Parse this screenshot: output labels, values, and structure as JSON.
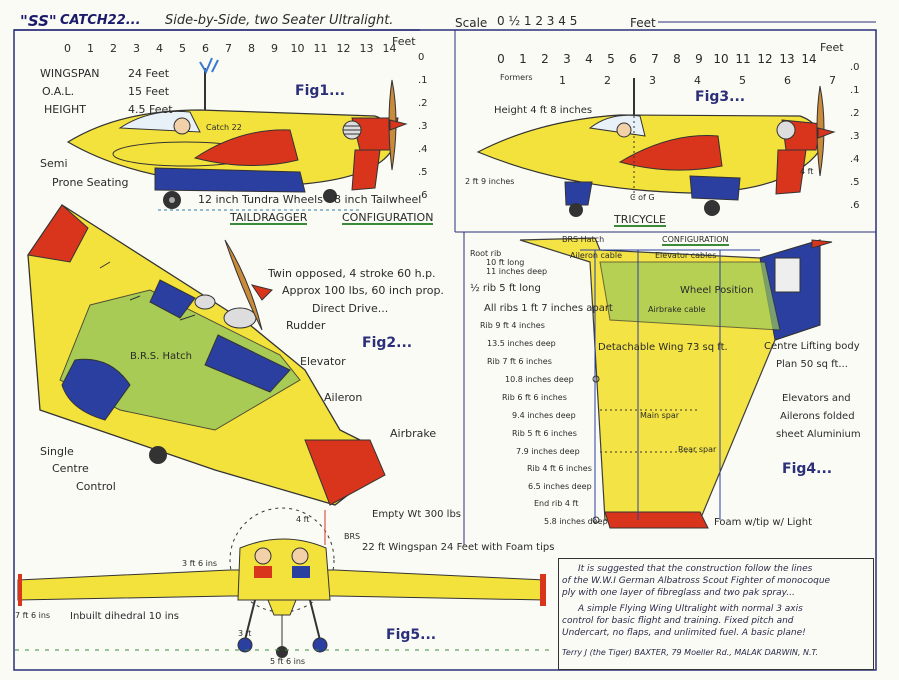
{
  "header": {
    "title_ss": "\"SS\"",
    "title_catch": "CATCH22...",
    "subtitle": "Side-by-Side, two Seater Ultralight.",
    "scale_label": "Scale",
    "scale_values": "0 ½ 1 2 3 4 5",
    "scale_unit": "Feet"
  },
  "left_ruler": {
    "unit": "Feet",
    "ticks": [
      "0",
      "1",
      "2",
      "3",
      "4",
      "5",
      "6",
      "7",
      "8",
      "9",
      "10",
      "11",
      "12",
      "13",
      "14"
    ],
    "vticks": [
      "0",
      ".1",
      ".2",
      ".3",
      ".4",
      ".5",
      ".6"
    ]
  },
  "right_ruler": {
    "unit": "Feet",
    "ticks": [
      "0",
      "1",
      "2",
      "3",
      "4",
      "5",
      "6",
      "7",
      "8",
      "9",
      "10",
      "11",
      "12",
      "13",
      "14"
    ],
    "formers_label": "Formers",
    "formers": [
      "1",
      "2",
      "3",
      "4",
      "5",
      "6",
      "7"
    ],
    "vticks": [
      ".0",
      ".1",
      ".2",
      ".3",
      ".4",
      ".5",
      ".6"
    ]
  },
  "fig1": {
    "label": "Fig1...",
    "specs": [
      {
        "k": "WINGSPAN",
        "v": "24 Feet"
      },
      {
        "k": "O.A.L.",
        "v": "15 Feet"
      },
      {
        "k": "HEIGHT",
        "v": "4.5 Feet"
      }
    ],
    "nose_label": "Catch 22",
    "semi": "Semi",
    "prone": "Prone Seating",
    "wheels": "12 inch Tundra Wheels",
    "tailwheel": "8 inch Tailwheel",
    "config_a": "TAILDRAGGER",
    "config_b": "CONFIGURATION"
  },
  "fig3": {
    "label": "Fig3...",
    "height": "Height 4 ft 8 inches",
    "left_dim": "2 ft 9 inches",
    "cg": "C of G",
    "right_dim": "4 ft",
    "config_a": "TRICYCLE"
  },
  "fig2": {
    "label": "Fig2...",
    "engine1": "Twin opposed, 4 stroke 60 h.p.",
    "engine2": "Approx 100 lbs, 60 inch prop.",
    "engine3": "Direct Drive...",
    "rudder": "Rudder",
    "elevator": "Elevator",
    "hatch": "B.R.S. Hatch",
    "aileron": "Aileron",
    "airbrake": "Airbrake",
    "single1": "Single",
    "single2": "Centre",
    "single3": "Control"
  },
  "fig4": {
    "label": "Fig4...",
    "config": "CONFIGURATION",
    "brs": "BRS Hatch",
    "root_rib": "Root rib",
    "root_rib2": "10 ft long",
    "root_rib3": "11 inches deep",
    "aileron_cable": "Aileron cable",
    "elevator_cables": "Elevator cables",
    "half_rib": "½ rib 5 ft long",
    "wheel_posn": "Wheel Position",
    "all_ribs": "All ribs 1 ft 7 inches apart",
    "airbrake_cable": "Airbrake cable",
    "ribs": [
      "Rib 9 ft 4 inches",
      "13.5 inches deep",
      "Rib 7 ft 6 inches",
      "10.8 inches deep",
      "Rib 6 ft 6 inches",
      "9.4 inches deep",
      "Rib 5 ft 6 inches",
      "7.9 inches deep",
      "Rib 4 ft 6 inches",
      "6.5 inches deep",
      "End rib 4 ft",
      "5.8 inches deep"
    ],
    "detachable": "Detachable Wing 73 sq ft.",
    "main_spar": "Main spar",
    "rear_spar": "Rear spar",
    "centre1": "Centre Lifting body",
    "centre2": "Plan 50 sq ft...",
    "elev1": "Elevators and",
    "elev2": "Ailerons folded",
    "elev3": "sheet Aluminium",
    "foam": "Foam w/tip w/ Light"
  },
  "fig5": {
    "label": "Fig5...",
    "empty": "Empty Wt 300 lbs",
    "four_ft": "4 ft",
    "wingspan": "22 ft Wingspan 24 Feet with Foam tips",
    "left_h": "3 ft 6 ins",
    "side": "7 ft 6 ins",
    "dihedral": "Inbuilt dihedral 10 ins",
    "gear_h": "3 ft",
    "track": "5 ft 6 ins",
    "misc": "BRS"
  },
  "notes": {
    "lines": [
      "It is suggested that the construction follow the lines",
      "of the W.W.I German Albatross Scout Fighter of monocoque",
      "ply with one layer of fibreglass and two pak spray...",
      "A simple Flying Wing Ultralight with normal 3 axis",
      "control for basic flight and training. Fixed pitch and",
      "Undercart, no flaps, and unlimited fuel. A basic plane!"
    ],
    "author": "Terry J (the Tiger) BAXTER, 79 Moeller Rd., MALAK DARWIN, N.T."
  },
  "colors": {
    "yellow": "#f4e23c",
    "red": "#d8351c",
    "blue": "#2a3fa0",
    "green": "#9bc85a",
    "grey": "#8a8a8a"
  }
}
